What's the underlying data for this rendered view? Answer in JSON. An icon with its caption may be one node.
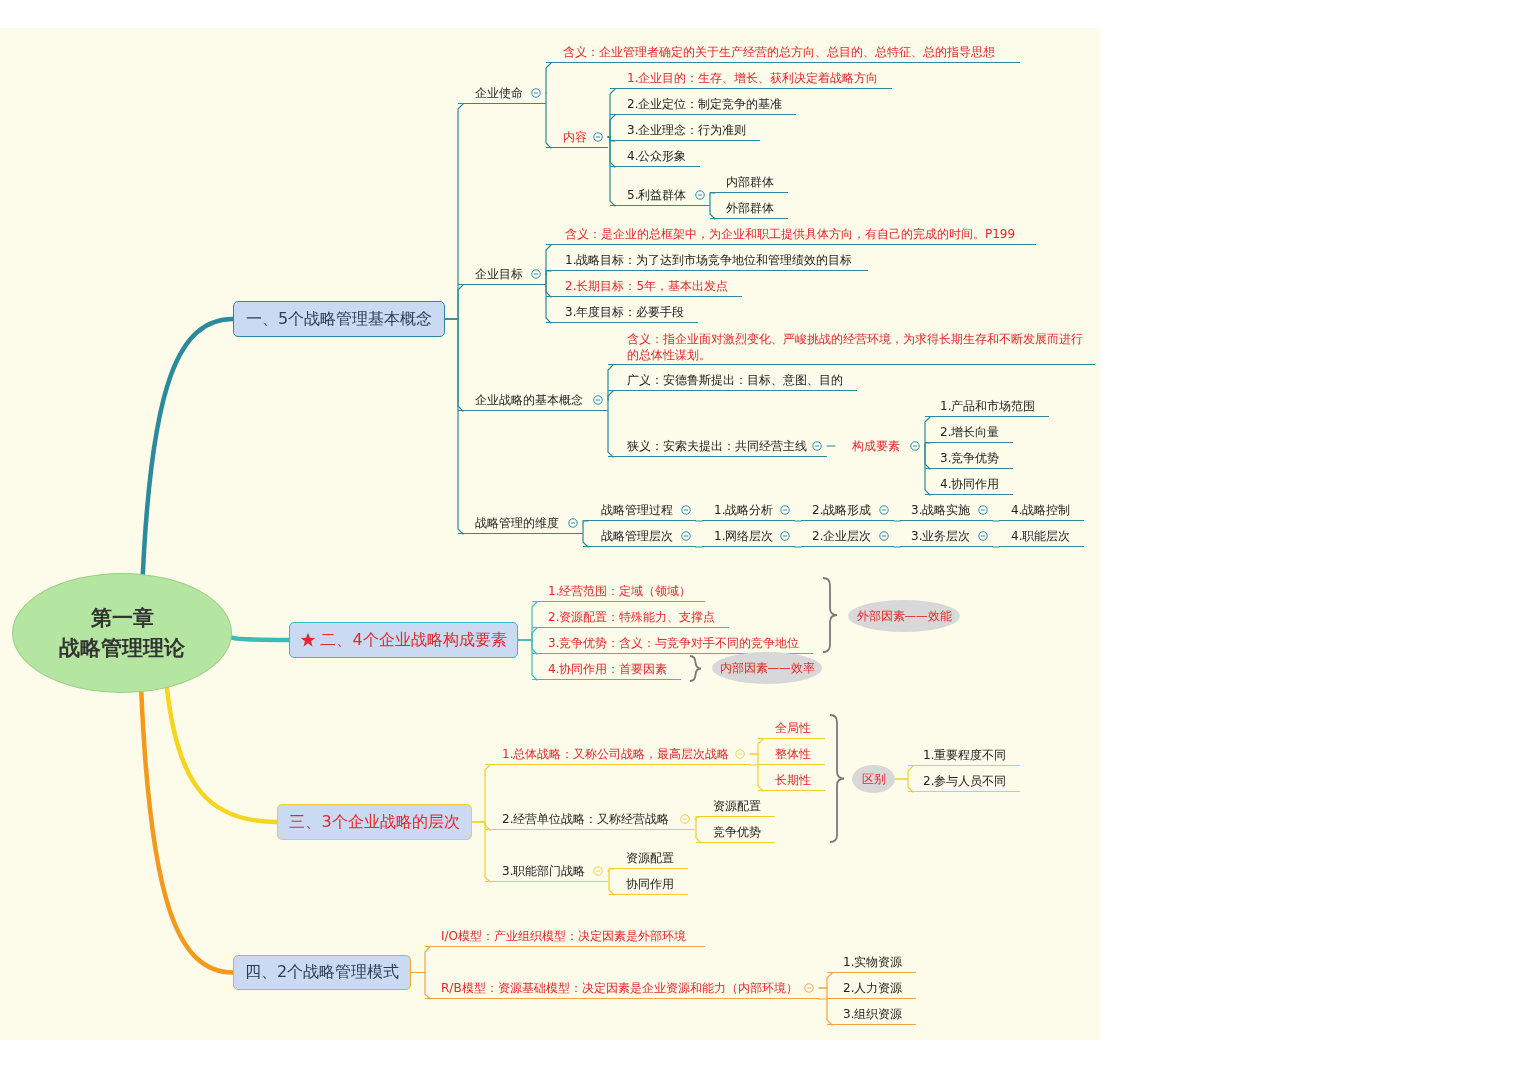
{
  "diagram": {
    "nodes": [
      {
        "text": [
          "第一章",
          "战略管理理论"
        ]
      },
      {
        "text": [
          "一、5个战略管理基本概念"
        ]
      },
      {
        "text": [
          "企业使命"
        ]
      },
      {
        "text": [
          "含义：企业管理者确定的关于生产经营的总方向、总目的、总特征、总的指导思想"
        ]
      },
      {
        "text": [
          "内容"
        ]
      },
      {
        "text": [
          "1.企业目的：生存、增长、获利决定着战略方向"
        ]
      },
      {
        "text": [
          "2.企业定位：制定竞争的基准"
        ]
      },
      {
        "text": [
          "3.企业理念：行为准则"
        ]
      },
      {
        "text": [
          "4.公众形象"
        ]
      },
      {
        "text": [
          "5.利益群体"
        ]
      },
      {
        "text": [
          "内部群体"
        ]
      },
      {
        "text": [
          "外部群体"
        ]
      },
      {
        "text": [
          "企业目标"
        ]
      },
      {
        "text": [
          "含义：是企业的总框架中，为企业和职工提供具体方向，有自己的完成的时间。P199"
        ]
      },
      {
        "text": [
          "1.战略目标：为了达到市场竞争地位和管理绩效的目标"
        ]
      },
      {
        "text": [
          "2.长期目标：5年，基本出发点"
        ]
      },
      {
        "text": [
          "3.年度目标：必要手段"
        ]
      },
      {
        "text": [
          "企业战略的基本概念"
        ]
      },
      {
        "text": [
          "含义：指企业面对激烈变化、严峻挑战的经营环境，为求得长期生存和不断发展而进行的总体性谋划。"
        ]
      },
      {
        "text": [
          "广义：安德鲁斯提出：目标、意图、目的"
        ]
      },
      {
        "text": [
          "狭义：安索夫提出：共同经营主线"
        ]
      },
      {
        "text": [
          "构成要素"
        ]
      },
      {
        "text": [
          "1.产品和市场范围"
        ]
      },
      {
        "text": [
          "2.增长向量"
        ]
      },
      {
        "text": [
          "3.竞争优势"
        ]
      },
      {
        "text": [
          "4.协同作用"
        ]
      },
      {
        "text": [
          "战略管理的维度"
        ]
      },
      {
        "text": [
          "战略管理过程"
        ]
      },
      {
        "text": [
          "1.战略分析"
        ]
      },
      {
        "text": [
          "2.战略形成"
        ]
      },
      {
        "text": [
          "3.战略实施"
        ]
      },
      {
        "text": [
          "4.战略控制"
        ]
      },
      {
        "text": [
          "战略管理层次"
        ]
      },
      {
        "text": [
          "1.网络层次"
        ]
      },
      {
        "text": [
          "2.企业层次"
        ]
      },
      {
        "text": [
          "3.业务层次"
        ]
      },
      {
        "text": [
          "4.职能层次"
        ]
      },
      {
        "text": [
          "二、4个企业战略构成要素"
        ]
      },
      {
        "text": [
          "1.经营范围：定域（领域）"
        ]
      },
      {
        "text": [
          "2.资源配置：特殊能力、支撑点"
        ]
      },
      {
        "text": [
          "3.竞争优势：含义：与竞争对手不同的竞争地位"
        ]
      },
      {
        "text": [
          "4.协同作用：首要因素"
        ]
      },
      {
        "text": [
          "外部因素——效能"
        ]
      },
      {
        "text": [
          "内部因素——效率"
        ]
      },
      {
        "text": [
          "三、3个企业战略的层次"
        ]
      },
      {
        "text": [
          "1.总体战略：又称公司战略，最高层次战略"
        ]
      },
      {
        "text": [
          "全局性"
        ]
      },
      {
        "text": [
          "整体性"
        ]
      },
      {
        "text": [
          "长期性"
        ]
      },
      {
        "text": [
          "区别"
        ]
      },
      {
        "text": [
          "1.重要程度不同"
        ]
      },
      {
        "text": [
          "2.参与人员不同"
        ]
      },
      {
        "text": [
          "2.经营单位战略：又称经营战略"
        ]
      },
      {
        "text": [
          "资源配置"
        ]
      },
      {
        "text": [
          "竞争优势"
        ]
      },
      {
        "text": [
          "3.职能部门战略"
        ]
      },
      {
        "text": [
          "资源配置"
        ]
      },
      {
        "text": [
          "协同作用"
        ]
      },
      {
        "text": [
          "四、2个战略管理模式"
        ]
      },
      {
        "text": [
          "I/O模型：产业组织模型：决定因素是外部环境"
        ]
      },
      {
        "text": [
          "R/B模型：资源基础模型：决定因素是企业资源和能力（内部环境）"
        ]
      },
      {
        "text": [
          "1.实物资源"
        ]
      },
      {
        "text": [
          "2.人力资源"
        ]
      },
      {
        "text": [
          "3.组织资源"
        ]
      }
    ],
    "edges": [
      {
        "from": 0,
        "to": 1,
        "arrow": "none",
        "style": "thick"
      },
      {
        "from": 1,
        "to": 2,
        "arrow": "none"
      },
      {
        "from": 2,
        "to": 3,
        "arrow": "none"
      },
      {
        "from": 2,
        "to": 4,
        "arrow": "none"
      },
      {
        "from": 4,
        "to": 5,
        "arrow": "none"
      },
      {
        "from": 4,
        "to": 6,
        "arrow": "none"
      },
      {
        "from": 4,
        "to": 7,
        "arrow": "none"
      },
      {
        "from": 4,
        "to": 8,
        "arrow": "none"
      },
      {
        "from": 4,
        "to": 9,
        "arrow": "none"
      },
      {
        "from": 9,
        "to": 10,
        "arrow": "none"
      },
      {
        "from": 9,
        "to": 11,
        "arrow": "none"
      },
      {
        "from": 1,
        "to": 12,
        "arrow": "none"
      },
      {
        "from": 12,
        "to": 13,
        "arrow": "none"
      },
      {
        "from": 12,
        "to": 14,
        "arrow": "none"
      },
      {
        "from": 12,
        "to": 15,
        "arrow": "none"
      },
      {
        "from": 12,
        "to": 16,
        "arrow": "none"
      },
      {
        "from": 1,
        "to": 17,
        "arrow": "none"
      },
      {
        "from": 17,
        "to": 18,
        "arrow": "none"
      },
      {
        "from": 17,
        "to": 19,
        "arrow": "none"
      },
      {
        "from": 17,
        "to": 20,
        "arrow": "none"
      },
      {
        "from": 20,
        "to": 21,
        "arrow": "none"
      },
      {
        "from": 21,
        "to": 22,
        "arrow": "none"
      },
      {
        "from": 21,
        "to": 23,
        "arrow": "none"
      },
      {
        "from": 21,
        "to": 24,
        "arrow": "none"
      },
      {
        "from": 21,
        "to": 25,
        "arrow": "none"
      },
      {
        "from": 1,
        "to": 26,
        "arrow": "none"
      },
      {
        "from": 26,
        "to": 27,
        "arrow": "none"
      },
      {
        "from": 27,
        "to": 28,
        "arrow": "none"
      },
      {
        "from": 28,
        "to": 29,
        "arrow": "none"
      },
      {
        "from": 29,
        "to": 30,
        "arrow": "none"
      },
      {
        "from": 30,
        "to": 31,
        "arrow": "none"
      },
      {
        "from": 26,
        "to": 32,
        "arrow": "none"
      },
      {
        "from": 32,
        "to": 33,
        "arrow": "none"
      },
      {
        "from": 33,
        "to": 34,
        "arrow": "none"
      },
      {
        "from": 34,
        "to": 35,
        "arrow": "none"
      },
      {
        "from": 35,
        "to": 36,
        "arrow": "none"
      },
      {
        "from": 0,
        "to": 37,
        "arrow": "none",
        "style": "thick",
        "color": "#3bbcbc"
      },
      {
        "from": 37,
        "to": 38,
        "arrow": "none",
        "color": "#3bbcbc"
      },
      {
        "from": 37,
        "to": 39,
        "arrow": "none",
        "color": "#3bbcbc"
      },
      {
        "from": 37,
        "to": 40,
        "arrow": "none",
        "color": "#3bbcbc"
      },
      {
        "from": 37,
        "to": 41,
        "arrow": "none",
        "color": "#3bbcbc"
      },
      {
        "from": 0,
        "to": 44,
        "arrow": "none",
        "style": "thick",
        "color": "#f5d51f"
      },
      {
        "from": 44,
        "to": 45,
        "arrow": "none",
        "color": "#f0cf2a"
      },
      {
        "from": 45,
        "to": 46,
        "arrow": "none",
        "color": "#f0cf2a"
      },
      {
        "from": 45,
        "to": 47,
        "arrow": "none",
        "color": "#f0cf2a"
      },
      {
        "from": 45,
        "to": 48,
        "arrow": "none",
        "color": "#f0cf2a"
      },
      {
        "from": 49,
        "to": 50,
        "arrow": "none",
        "color": "#f0cf2a"
      },
      {
        "from": 49,
        "to": 51,
        "arrow": "none",
        "color": "#f0cf2a"
      },
      {
        "from": 44,
        "to": 52,
        "arrow": "none",
        "color": "#f0cf2a"
      },
      {
        "from": 52,
        "to": 53,
        "arrow": "none",
        "color": "#f0cf2a"
      },
      {
        "from": 52,
        "to": 54,
        "arrow": "none",
        "color": "#f0cf2a"
      },
      {
        "from": 44,
        "to": 55,
        "arrow": "none",
        "color": "#f0cf2a"
      },
      {
        "from": 55,
        "to": 56,
        "arrow": "none",
        "color": "#f0cf2a"
      },
      {
        "from": 55,
        "to": 57,
        "arrow": "none",
        "color": "#f0cf2a"
      },
      {
        "from": 0,
        "to": 58,
        "arrow": "none",
        "style": "thick",
        "color": "#f39a1e"
      },
      {
        "from": 58,
        "to": 59,
        "arrow": "none",
        "color": "#f4a340"
      },
      {
        "from": 58,
        "to": 60,
        "arrow": "none",
        "color": "#f4a340"
      },
      {
        "from": 60,
        "to": 61,
        "arrow": "none",
        "color": "#f4a340"
      },
      {
        "from": 60,
        "to": 62,
        "arrow": "none",
        "color": "#f4a340"
      },
      {
        "from": 60,
        "to": 63,
        "arrow": "none",
        "color": "#f4a340"
      }
    ]
  }
}
